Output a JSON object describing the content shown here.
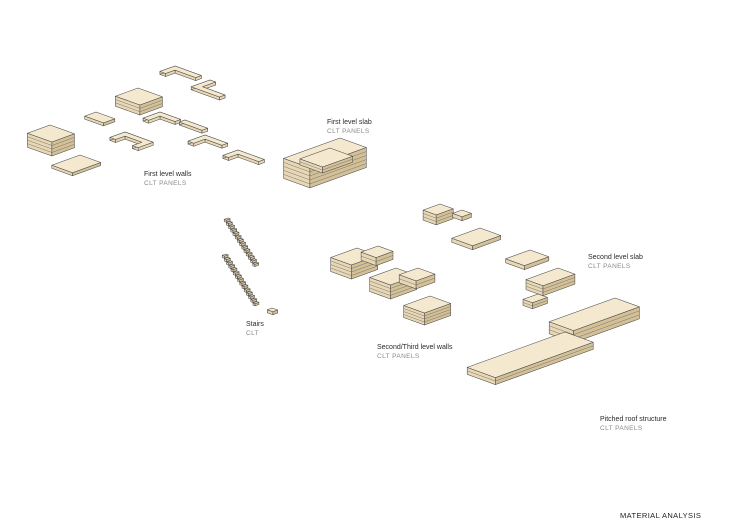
{
  "labels": {
    "first_level_slab": {
      "name": "First level slab",
      "material": "CLT PANELS"
    },
    "first_level_walls": {
      "name": "First level walls",
      "material": "CLT PANELS"
    },
    "stairs": {
      "name": "Stairs",
      "material": "CLT"
    },
    "second_third_level_walls": {
      "name": "Second/Third level walls",
      "material": "CLT PANELS"
    },
    "second_level_slab": {
      "name": "Second level slab",
      "material": "CLT PANELS"
    },
    "pitched_roof_structure": {
      "name": "Pitched roof structure",
      "material": "CLT PANELS"
    }
  },
  "footer": {
    "title": "MATERIAL ANALYSIS"
  },
  "colors": {
    "panel_top": "#f4e9cf",
    "panel_side": "#e7d7b4",
    "panel_dark": "#d4c097",
    "outline": "#4a4a4a"
  }
}
